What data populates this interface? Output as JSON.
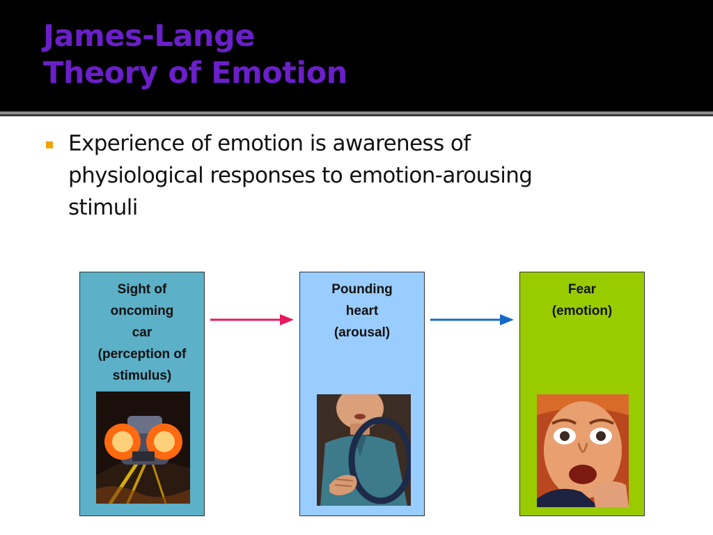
{
  "slide": {
    "title_lines": [
      "James-Lange",
      "Theory of Emotion"
    ],
    "bullet": "Experience of emotion is awareness of physiological responses to emotion-arousing stimuli"
  },
  "diagram": {
    "boxes": [
      {
        "label": "Sight of\noncoming\ncar\n(perception of\nstimulus)",
        "color": "#5cb0c8",
        "image": "oncoming car headlights at night"
      },
      {
        "label": "Pounding\nheart\n(arousal)",
        "color": "#99ccff",
        "image": "driver clutching chest"
      },
      {
        "label": "Fear\n(emotion)",
        "color": "#99cc00",
        "image": "frightened face"
      }
    ],
    "arrows": [
      {
        "from": 0,
        "to": 1,
        "color": "#e8185e"
      },
      {
        "from": 1,
        "to": 2,
        "color": "#1469c9"
      }
    ]
  },
  "colors": {
    "title": "#6a1fc9",
    "bullet_marker": "#f2a100"
  }
}
